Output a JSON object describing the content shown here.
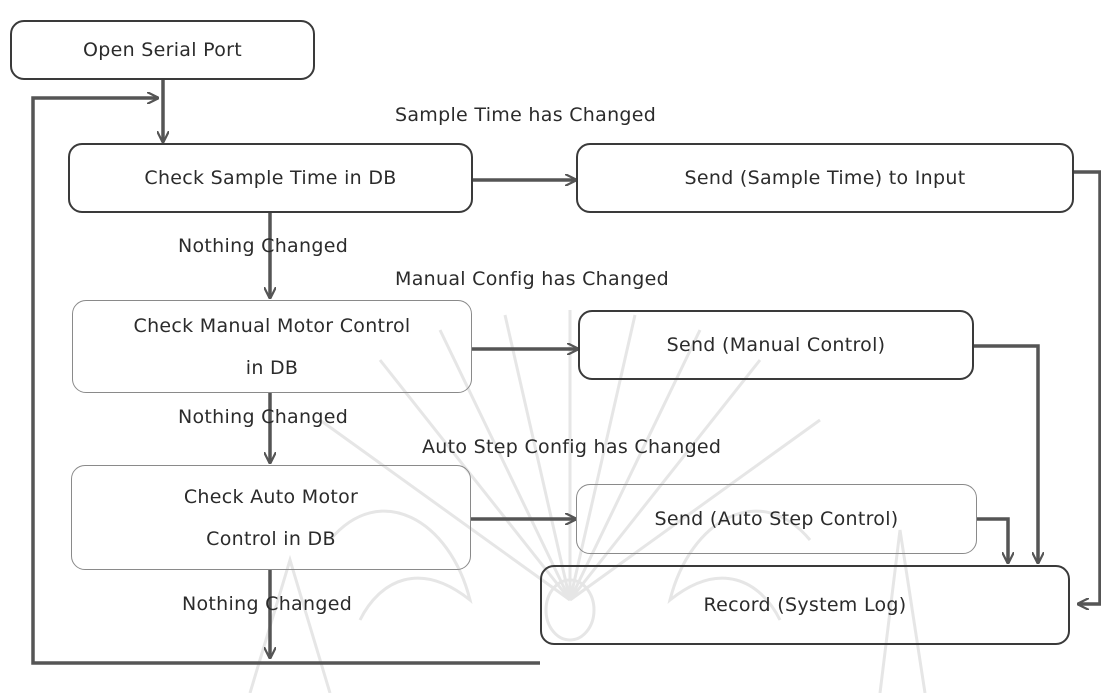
{
  "nodes": {
    "open_port": "Open Serial Port",
    "check_sample": "Check Sample Time in DB",
    "send_sample": "Send (Sample Time) to Input",
    "check_manual_l1": "Check Manual Motor Control",
    "check_manual_l2": "in DB",
    "send_manual": "Send (Manual Control)",
    "check_auto_l1": "Check Auto Motor",
    "check_auto_l2": "Control in DB",
    "send_auto": "Send (Auto Step Control)",
    "record_log": "Record (System Log)"
  },
  "labels": {
    "sample_changed": "Sample Time has Changed",
    "nothing_changed_1": "Nothing Changed",
    "manual_changed": "Manual Config has Changed",
    "nothing_changed_2": "Nothing Changed",
    "auto_changed": "Auto Step Config has Changed",
    "nothing_changed_3": "Nothing Changed"
  },
  "colors": {
    "stroke": "#555555",
    "text": "#2b2b2b",
    "watermark": "#e4e4e4"
  }
}
